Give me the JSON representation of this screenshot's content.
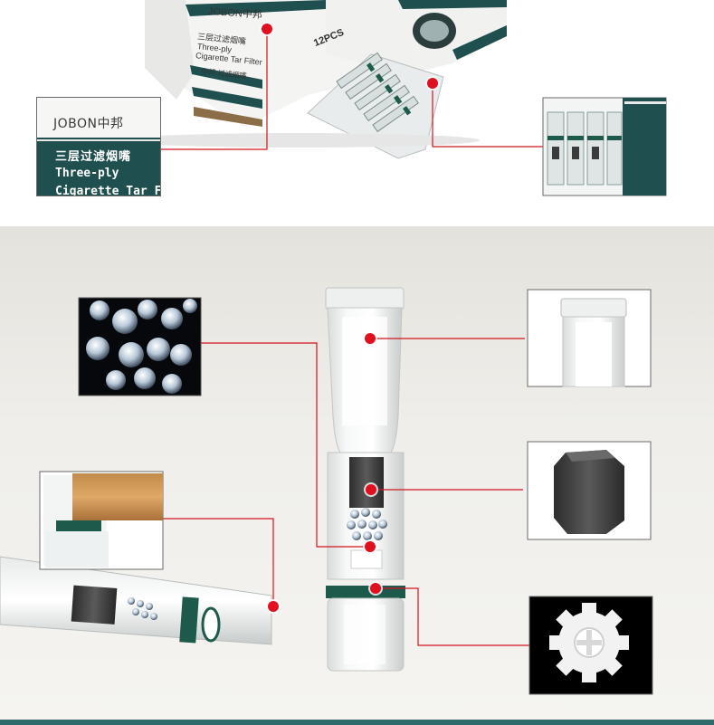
{
  "package": {
    "brand_logo": "JOBON中邦",
    "chinese_name": "三层过滤烟嘴",
    "english_line1": "Three-ply",
    "english_line2": "Cigarette Tar Filt",
    "box_count": "12PCS",
    "box_side_text": "Cigarette Tar Filter",
    "box_bottom_text": "中邦·过滤烟嘴"
  },
  "colors": {
    "accent_red": "#e0101e",
    "package_green": "#1f4f4e",
    "filter_band_green": "#1d5a4c"
  },
  "callouts": {
    "top": [
      "label-closeup",
      "filter-tray-closeup"
    ],
    "bottom": [
      "glass-beads",
      "mouth-piece",
      "activated-carbon",
      "cigarette-insert",
      "ceramic-gear"
    ]
  }
}
